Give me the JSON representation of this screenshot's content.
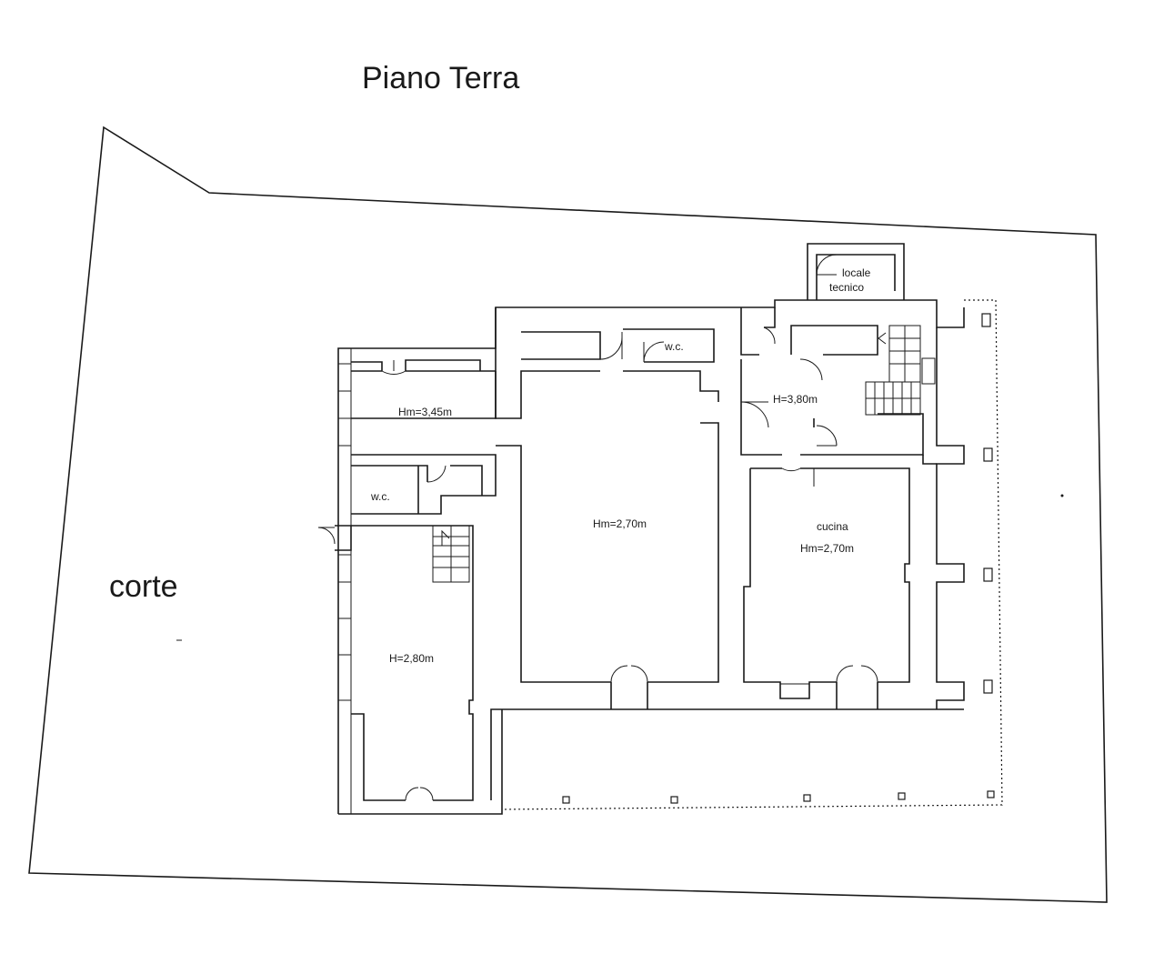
{
  "title": "Piano Terra",
  "courtyard_label": "corte",
  "rooms": {
    "room_nw": "Hm=3,45m",
    "wc_west": "w.c.",
    "room_sw": "H=2,80m",
    "room_central": "Hm=2,70m",
    "wc_north": "w.c.",
    "tech_room_line1": "locale",
    "tech_room_line2": "tecnico",
    "stair_hall": "H=3,80m",
    "kitchen_name": "cucina",
    "kitchen_height": "Hm=2,70m"
  },
  "colors": {
    "ink": "#1a1a1a",
    "paper": "#ffffff"
  }
}
